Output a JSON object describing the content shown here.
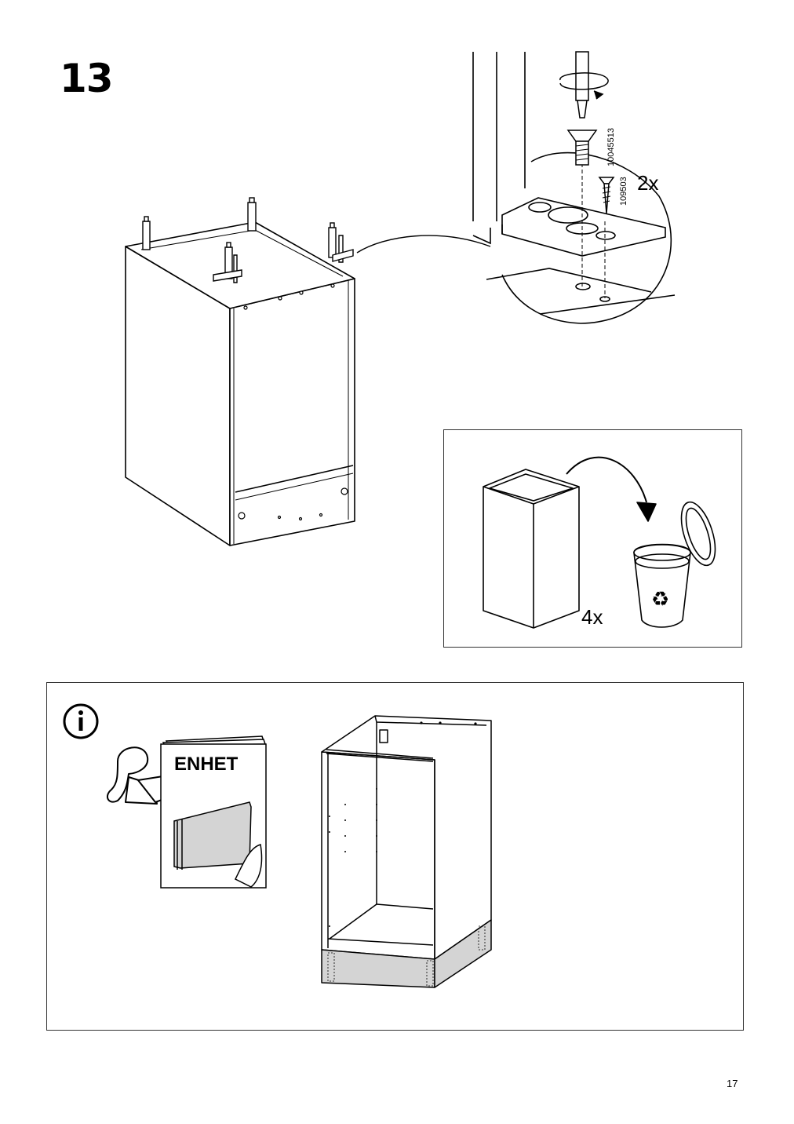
{
  "step": {
    "number": "13"
  },
  "detail_callout": {
    "quantity": "2x",
    "part_numbers": [
      "10045513",
      "109503"
    ]
  },
  "recycle_panel": {
    "quantity": "4x"
  },
  "info_panel": {
    "icon": "info-icon",
    "booklet_title": "ENHET"
  },
  "page": {
    "number": "17"
  },
  "colors": {
    "line": "#000000",
    "shade": "#d4d4d4"
  }
}
